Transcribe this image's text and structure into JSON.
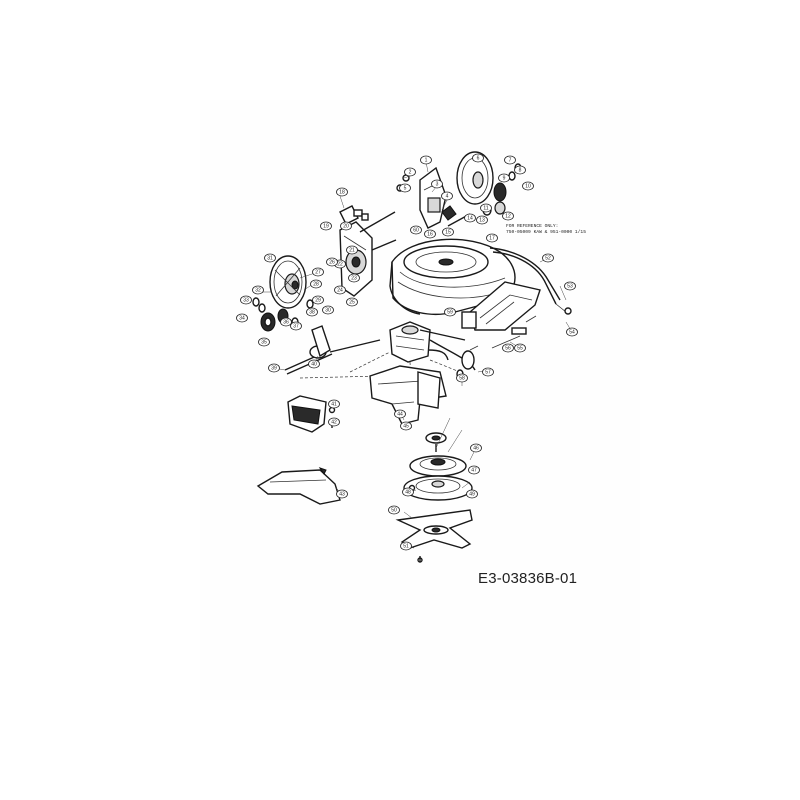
{
  "drawing_code": "E3-03836B-01",
  "reference_note": {
    "line1": "FOR REFERENCE ONLY:",
    "line2": "750-05009 KAW & 951-0000 1/15"
  },
  "part_callouts": [
    "1",
    "2",
    "3",
    "4",
    "5",
    "6",
    "7",
    "8",
    "9",
    "10",
    "11",
    "12",
    "13",
    "14",
    "15",
    "16",
    "17",
    "18",
    "19",
    "20",
    "21",
    "22",
    "23",
    "24",
    "25",
    "26",
    "27",
    "28",
    "29",
    "30",
    "31",
    "32",
    "33",
    "34",
    "35",
    "36",
    "37",
    "38",
    "39",
    "40",
    "41",
    "42",
    "43",
    "44",
    "45",
    "46",
    "47",
    "48",
    "49",
    "50",
    "51",
    "52",
    "53",
    "54",
    "55",
    "56",
    "57",
    "58",
    "59",
    "60"
  ]
}
